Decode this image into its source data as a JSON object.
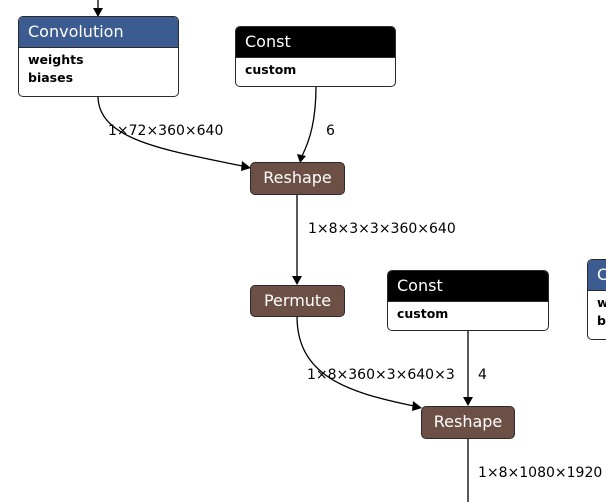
{
  "nodes": {
    "conv1": {
      "title": "Convolution",
      "attrs": [
        "weights",
        "biases"
      ]
    },
    "const1": {
      "title": "Const",
      "attrs": [
        "custom"
      ]
    },
    "reshape1": {
      "title": "Reshape"
    },
    "permute": {
      "title": "Permute"
    },
    "const2": {
      "title": "Const",
      "attrs": [
        "custom"
      ]
    },
    "reshape2": {
      "title": "Reshape"
    },
    "conv2_partial": {
      "title": "C",
      "attrs": [
        "w",
        "b"
      ]
    }
  },
  "edges": {
    "conv_to_reshape": "1×72×360×640",
    "const1_to_reshape": "6",
    "reshape1_to_permute": "1×8×3×3×360×640",
    "permute_to_reshape2": "1×8×360×3×640×3",
    "const2_to_reshape2": "4",
    "reshape2_out": "1×8×1080×1920"
  },
  "colors": {
    "convolution_header": "#3c5c91",
    "const_header": "#000000",
    "operation_fill": "#6d5045"
  }
}
